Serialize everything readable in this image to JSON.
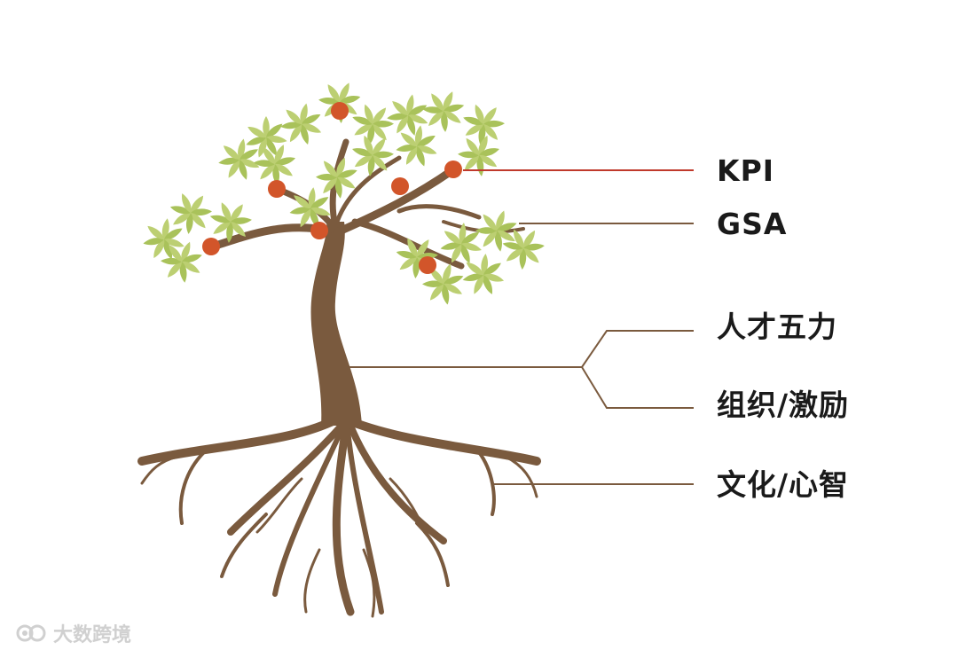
{
  "labels": {
    "kpi": "KPI",
    "gsa": "GSA",
    "talent": "人才五力",
    "org": "组织/激励",
    "culture": "文化/心智"
  },
  "watermark": {
    "text": "大数跨境",
    "icon": "brand-logo-icon"
  },
  "colors": {
    "trunk": "#7a5a3e",
    "leaf": "#a9c25a",
    "leaf_light": "#c4d680",
    "fruit": "#d2552a",
    "kpi_line": "#c0392b",
    "line": "#7a5a3e"
  }
}
